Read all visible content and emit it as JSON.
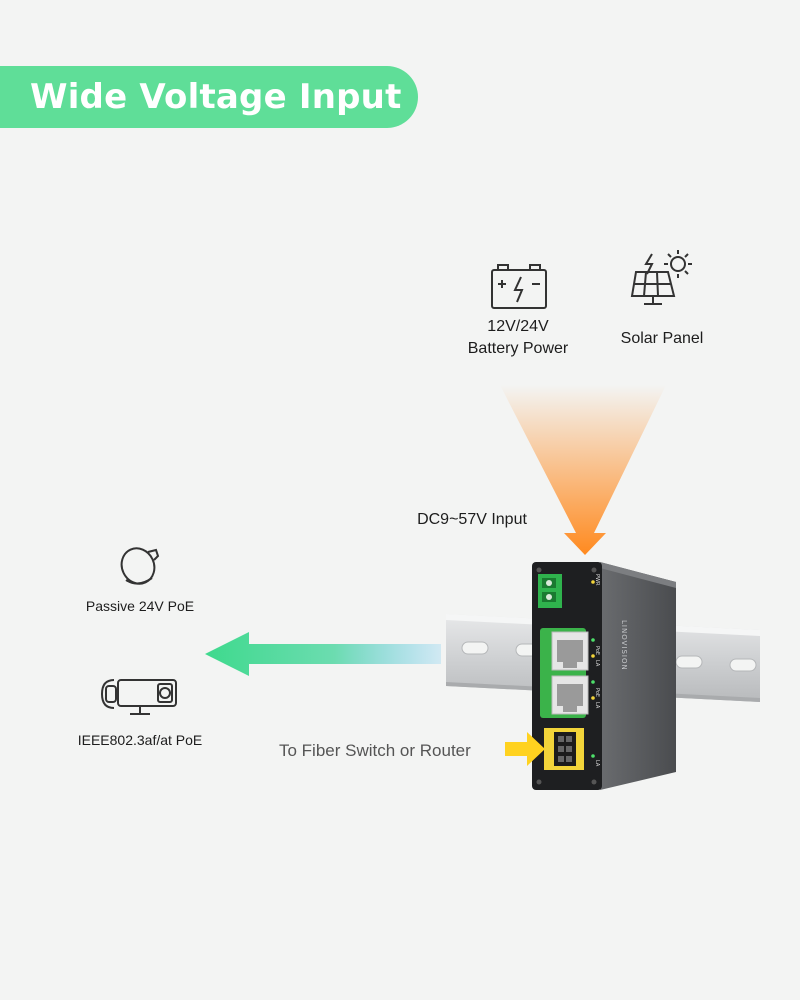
{
  "banner": {
    "title": "Wide Voltage Input"
  },
  "sources": {
    "battery_line1": "12V/24V",
    "battery_line2": "Battery Power",
    "solar": "Solar Panel"
  },
  "input_label": "DC9~57V Input",
  "outputs": {
    "passive": "Passive 24V PoE",
    "ieee": "IEEE802.3af/at PoE"
  },
  "uplink_label": "To Fiber Switch or Router",
  "device": {
    "brand": "LINOVISION",
    "port_labels": [
      "PoE",
      "LA",
      "PoE",
      "LA",
      "LA"
    ],
    "pwr_label": "PWR"
  },
  "colors": {
    "banner": "#5fde98",
    "green_arrow": "#3ed98d",
    "blue_fade": "#6cc8f0",
    "orange_arrow": "#ff8a1f",
    "yellow_arrow": "#ffd21f"
  }
}
